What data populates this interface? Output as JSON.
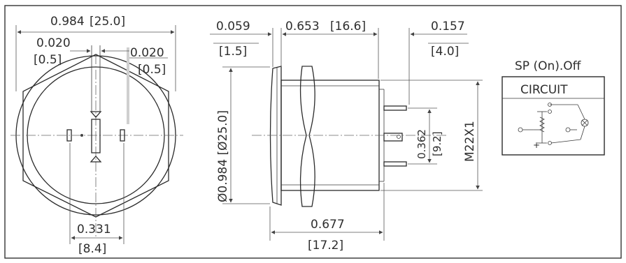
{
  "front_view": {
    "width_in": "0.984",
    "width_mm": "[25.0]",
    "slot_left_in": "0.020",
    "slot_left_mm": "[0.5]",
    "slot_right_in": "0.020",
    "slot_right_mm": "[0.5]",
    "bottom_in": "0.331",
    "bottom_mm": "[8.4]"
  },
  "side_view": {
    "flange_in": "0.059",
    "flange_mm": "[1.5]",
    "body_in": "0.653",
    "body_mm": "[16.6]",
    "term_in": "0.157",
    "term_mm": "[4.0]",
    "diameter": "Ø0.984 [Ø25.0]",
    "pitch_in": "0.362",
    "pitch_mm": "[9.2]",
    "thread": "M22X1",
    "total_in": "0.677",
    "total_mm": "[17.2]"
  },
  "circuit_panel": {
    "function": "SP (On).Off",
    "title": "CIRCUIT"
  }
}
